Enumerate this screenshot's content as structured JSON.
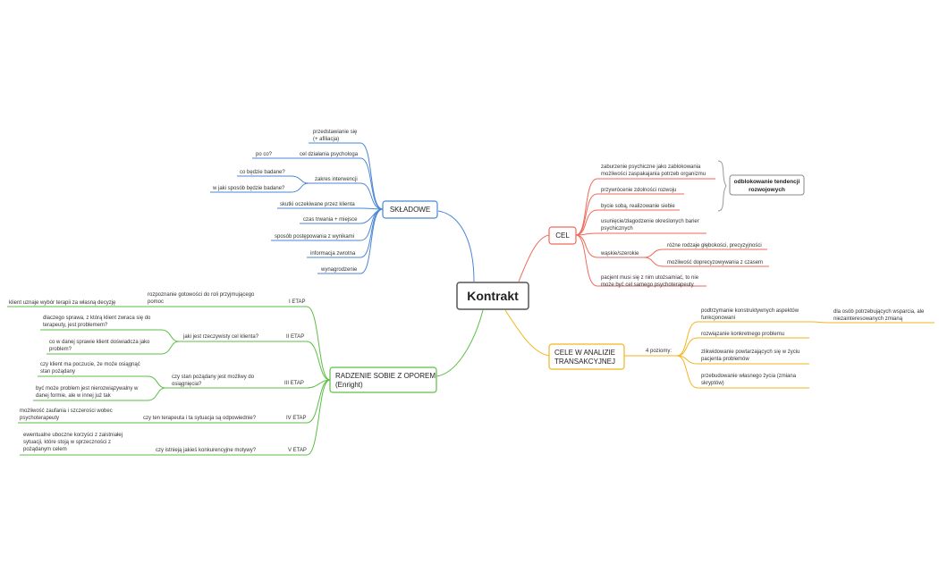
{
  "center": {
    "label": "Kontrakt"
  },
  "colors": {
    "blue": "#4a86d4",
    "red": "#ee6a5b",
    "yellow": "#f2b51f",
    "green": "#5dbe47",
    "gray": "#999999"
  },
  "skladowe": {
    "label": "SKŁADOWE",
    "items": {
      "przedstawianie_1": "przedstawianie się",
      "przedstawianie_2": "(+ afiliacja)",
      "cel_dzialania": "cel działania psychologa",
      "po_co": "po co?",
      "zakres": "zakres interwencji",
      "co_bedzie": "co będzie badane?",
      "w_jaki_sposob": "w jaki sposób będzie badane?",
      "skutki": "skutki oczekiwane przez klienta",
      "czas": "czas trwania + miejsce",
      "sposob": "sposób postępowania z wynikami",
      "informacja": "informacja zwrotna",
      "wynagrodzenie": "wynagrodzenie"
    }
  },
  "cel": {
    "label": "CEL",
    "items": {
      "zaburzenie_1": "zaburzenie psychiczne jako zablokowania",
      "zaburzenie_2": "możliwości zaspakajania potrzeb organizmu",
      "przywrocenie": "przywrócenie zdolności rozwoju",
      "bycie": "bycie sobą, realizowanie siebie",
      "usuniecie_1": "usunięcie/złagodzenie określonych barier",
      "usuniecie_2": "psychicznych",
      "waskie": "wąskie/szerokie",
      "rozne": "różne rodzaje głębokości, precyzyjności",
      "mozliwosc": "możliwość doprecyzowywania z czasem",
      "pacjent_1": "pacjent musi się z nim utożsamiać, to nie",
      "pacjent_2": "może być cel samego psychoterapeuty",
      "summary_1": "odblokowanie tendencji",
      "summary_2": "rozwojowych"
    }
  },
  "cele_at": {
    "label_1": "CELE W ANALIZIE",
    "label_2": "TRANSAKCYJNEJ",
    "poziomy": "4 poziomy:",
    "items": {
      "podtrzymanie_1": "podtrzymanie konstruktywnych aspektów",
      "podtrzymanie_2": "funkcjonowani",
      "dla_osob_1": "dla osób potrzebujących wsparcia, ale",
      "dla_osob_2": "niezainteresowanych zmianą",
      "rozwiazanie": "rozwiązanie konkretnego problemu",
      "zlikwidowanie_1": "zlikwidowanie powtarzających się w życiu",
      "zlikwidowanie_2": "pacjenta problemów",
      "przebudowanie_1": "przebudowanie własnego życia (zmiana",
      "przebudowanie_2": "skryptów)"
    }
  },
  "opor": {
    "label_1": "RADZENIE SOBIE Z OPOREM",
    "label_2": "(Enright)",
    "etap1": {
      "label": "I ETAP",
      "q_1": "rozpoznanie gotowości do roli przyjmującego",
      "q_2": "pomoc",
      "a": "klient uznaje wybór terapii za własną decyzję"
    },
    "etap2": {
      "label": "II ETAP",
      "q": "jaki jest rzeczywisty cel klienta?",
      "a1_1": "dlaczego sprawa, z którą klient zwraca się do",
      "a1_2": "terapeuty, jest problemem?",
      "a2_1": "co w danej sprawie klient doświadcza jako",
      "a2_2": "problem?"
    },
    "etap3": {
      "label": "III ETAP",
      "q_1": "czy stan pożądany jest możliwy do",
      "q_2": "osiągnięcia?",
      "a1_1": "czy klient ma poczucie, że może osiągnąć",
      "a1_2": "stan pożądany",
      "a2_1": "być może problem jest nierozwiązywalny w",
      "a2_2": "danej formie, ale w innej już tak"
    },
    "etap4": {
      "label": "IV ETAP",
      "q": "czy ten terapeuta i ta sytuacja są odpowiednie?",
      "a_1": "możliwość zaufania i szczerości wobec",
      "a_2": "psychoterapeuty"
    },
    "etap5": {
      "label": "V ETAP",
      "q": "czy istnieją jakieś konkurencyjne motywy?",
      "a_1": "ewentualne uboczne korzyści z zaistniałej",
      "a_2": "sytuacji, które stoją w sprzeczności z",
      "a_3": "pożądanym celem"
    }
  }
}
